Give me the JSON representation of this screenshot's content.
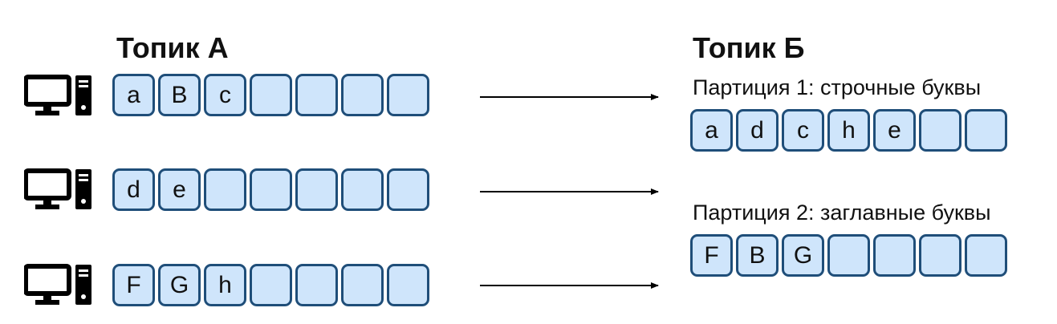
{
  "topic_a": {
    "title": "Топик А",
    "producers": [
      {
        "icon": "computer-icon",
        "messages": [
          "a",
          "B",
          "c",
          "",
          "",
          "",
          ""
        ]
      },
      {
        "icon": "computer-icon",
        "messages": [
          "d",
          "e",
          "",
          "",
          "",
          "",
          ""
        ]
      },
      {
        "icon": "computer-icon",
        "messages": [
          "F",
          "G",
          "h",
          "",
          "",
          "",
          ""
        ]
      }
    ]
  },
  "topic_b": {
    "title": "Топик Б",
    "partitions": [
      {
        "label": "Партиция 1: строчные буквы",
        "messages": [
          "a",
          "d",
          "c",
          "h",
          "e",
          "",
          ""
        ]
      },
      {
        "label": "Партиция 2: заглавные буквы",
        "messages": [
          "F",
          "B",
          "G",
          "",
          "",
          "",
          ""
        ]
      }
    ]
  },
  "colors": {
    "cell_fill": "#cfe5fb",
    "cell_border": "#1f4e79"
  }
}
